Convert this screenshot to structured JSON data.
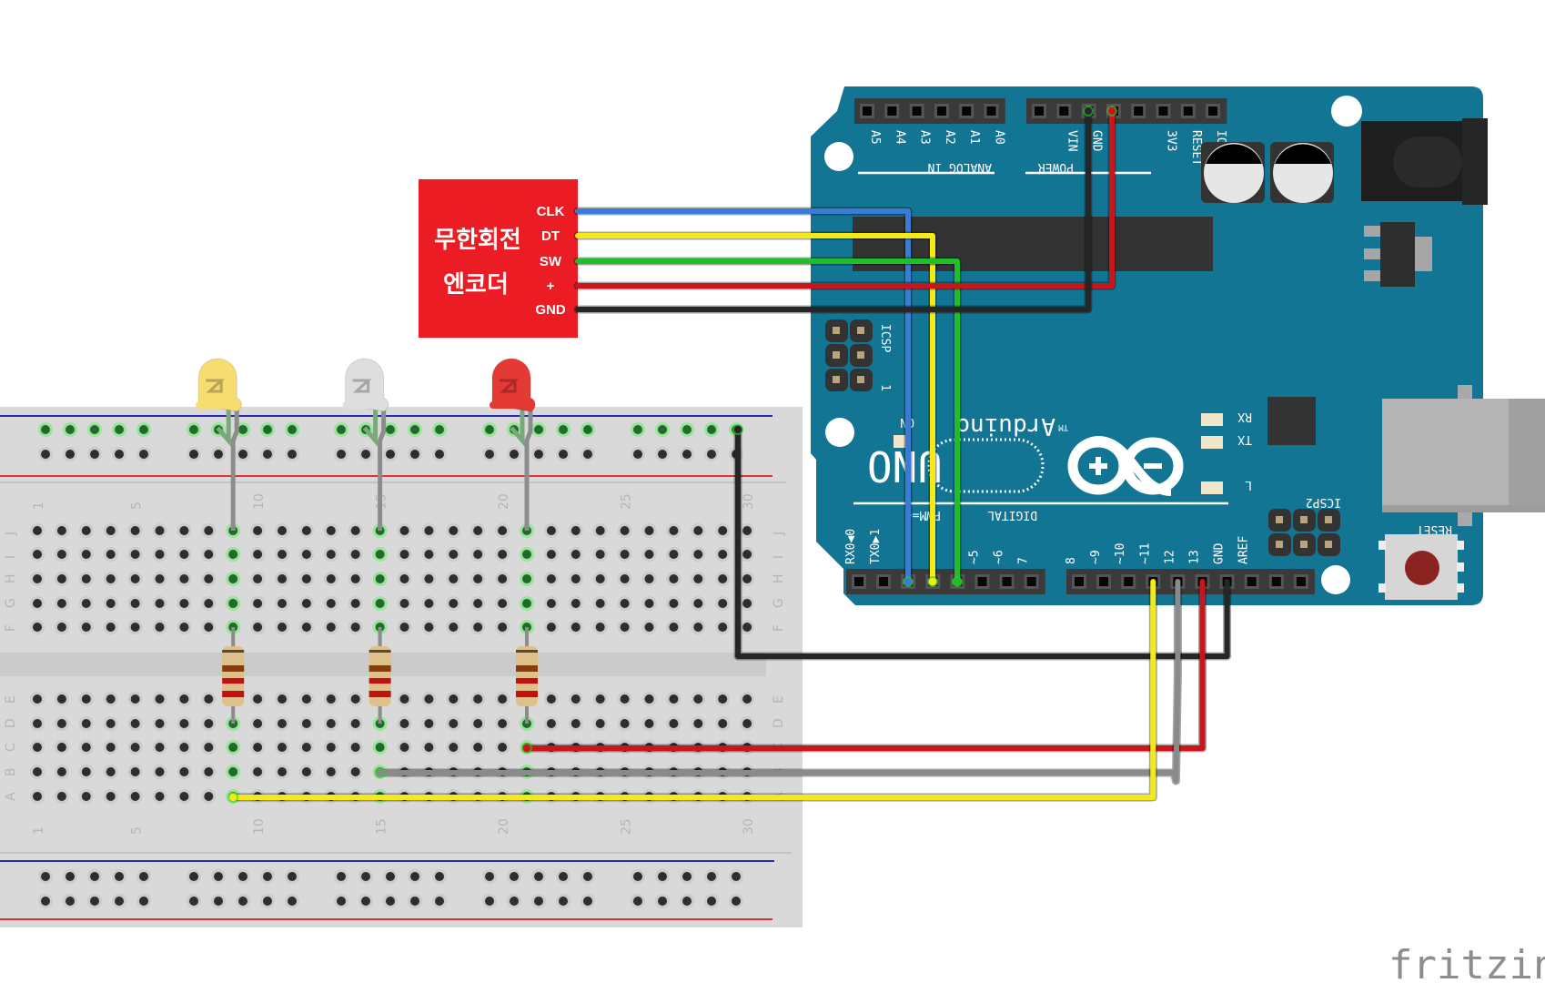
{
  "app": "fritzing",
  "watermark": "fritzing",
  "encoder": {
    "title_line1": "무한회전",
    "title_line2": "엔코더",
    "color": "#ec1c24",
    "pins": [
      "CLK",
      "DT",
      "SW",
      "+",
      "GND"
    ]
  },
  "arduino": {
    "board_color": "#137594",
    "brand": "Arduino",
    "tm": "TM",
    "model": "UNO",
    "analog_header_label": "ANALOG IN",
    "analog_pins": [
      "A5",
      "A4",
      "A3",
      "A2",
      "A1",
      "A0"
    ],
    "power_header_label": "POWER",
    "power_pins": [
      "",
      "VIN",
      "GND",
      "",
      "",
      "3V3",
      "RESET",
      "IOREF"
    ],
    "digital_label": "DIGITAL",
    "pwm_label": "PWM=~",
    "digital_pins_left": [
      "RX0◀0",
      "TX0▶1",
      "",
      "",
      "",
      "~5",
      "~6",
      "7"
    ],
    "digital_pins_right": [
      "8",
      "~9",
      "~10",
      "~11",
      "12",
      "13",
      "GND",
      "AREF",
      "",
      ""
    ],
    "leds": [
      "RX",
      "TX",
      "L"
    ],
    "on_label": "ON",
    "icsp_label": "ICSP",
    "icsp_one": "1",
    "icsp2_label": "ICSP2",
    "reset_label": "RESET"
  },
  "breadboard": {
    "rows_top": [
      "J",
      "I",
      "H",
      "G",
      "F"
    ],
    "rows_bottom": [
      "E",
      "D",
      "C",
      "B",
      "A"
    ],
    "column_numbers": [
      "1",
      "5",
      "10",
      "15",
      "20",
      "25",
      "30"
    ],
    "columns": 30
  },
  "components": {
    "leds": [
      {
        "name": "yellow-led",
        "color": "#f7dc6f",
        "column": 9
      },
      {
        "name": "white-led",
        "color": "#dedede",
        "column": 15
      },
      {
        "name": "red-led",
        "color": "#e53935",
        "column": 21
      }
    ],
    "resistors": [
      {
        "name": "resistor-1",
        "column": 9
      },
      {
        "name": "resistor-2",
        "column": 15
      },
      {
        "name": "resistor-3",
        "column": 21
      }
    ]
  },
  "connections": [
    {
      "from": "CLK",
      "to": "D2",
      "color": "#3a7bd5"
    },
    {
      "from": "DT",
      "to": "D3",
      "color": "#f5ea14"
    },
    {
      "from": "SW",
      "to": "D4",
      "color": "#1fbf2c"
    },
    {
      "from": "+",
      "to": "5V",
      "color": "#c8161a"
    },
    {
      "from": "GND",
      "to": "GND",
      "color": "#262626"
    },
    {
      "from": "D11",
      "to": "A9",
      "color": "#f5ea14"
    },
    {
      "from": "D12",
      "to": "B15",
      "color": "#8a8a8a"
    },
    {
      "from": "D13",
      "to": "C21",
      "color": "#c8161a"
    },
    {
      "from": "GND",
      "to": "top-rail",
      "color": "#262626"
    }
  ]
}
